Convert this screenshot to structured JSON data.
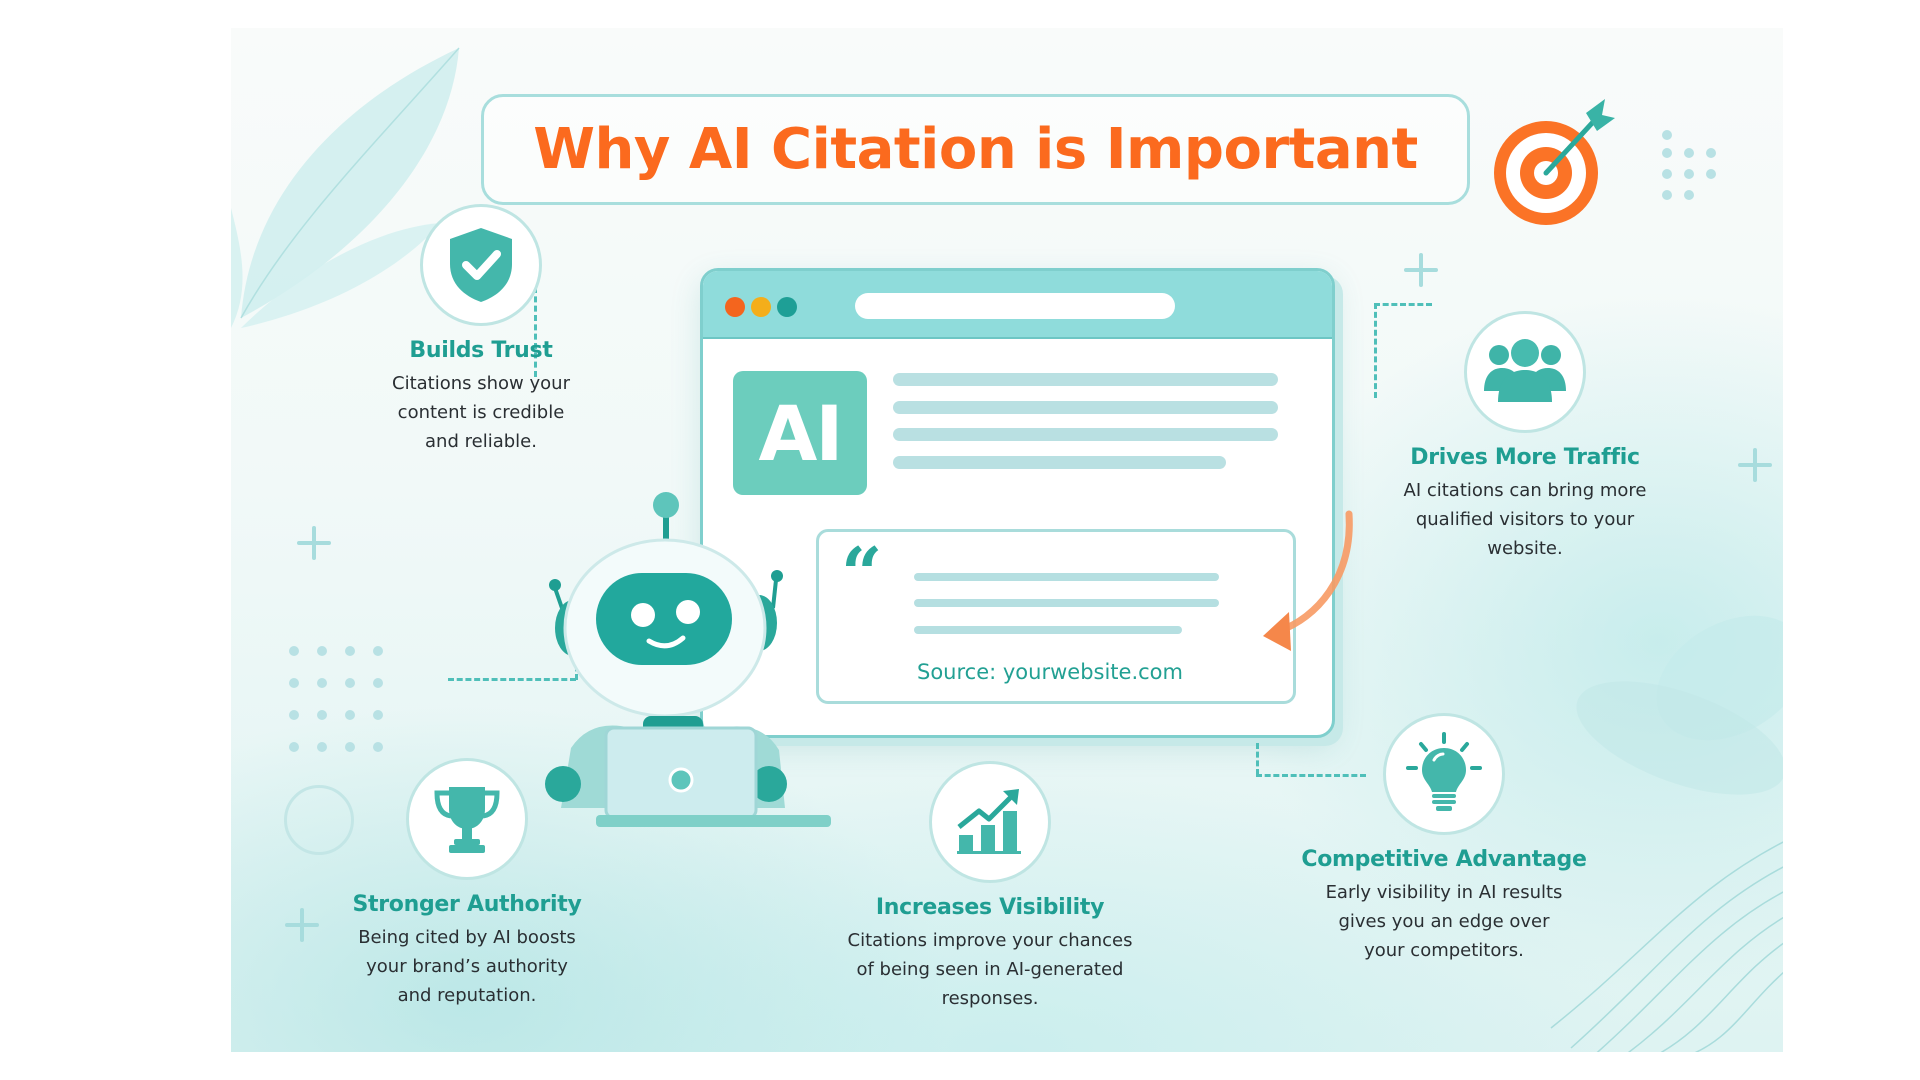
{
  "title": "Why AI Citation is Important",
  "header_icon": "target-with-arrow-icon",
  "browser_mockup": {
    "window_dots": [
      "#f4651e",
      "#f4ae1a",
      "#1e9f96"
    ],
    "ai_badge": "AI",
    "quote_mark": "“",
    "source_text": "Source: yourwebsite.com"
  },
  "features": [
    {
      "id": "builds-trust",
      "icon": "shield-check-icon",
      "title": "Builds Trust",
      "description": "Citations show your\ncontent is credible\nand reliable."
    },
    {
      "id": "drives-traffic",
      "icon": "users-group-icon",
      "title": "Drives More Traffic",
      "description": "AI citations can bring more\nqualified visitors to your\nwebsite."
    },
    {
      "id": "stronger-authority",
      "icon": "trophy-icon",
      "title": "Stronger Authority",
      "description": "Being cited by AI boosts\nyour brand’s authority\nand reputation."
    },
    {
      "id": "increases-visibility",
      "icon": "growth-chart-icon",
      "title": "Increases Visibility",
      "description": "Citations improve your chances\nof being seen in AI-generated\nresponses."
    },
    {
      "id": "competitive-advantage",
      "icon": "lightbulb-icon",
      "title": "Competitive Advantage",
      "description": "Early visibility in AI results\ngives you an edge over\nyour competitors."
    }
  ],
  "colors": {
    "title_orange": "#fb6a1e",
    "teal_primary": "#2aa89b",
    "teal_light": "#8fdcdb",
    "heading_teal": "#1f9e92",
    "body_text": "#2a2f33",
    "arrow_orange": "#f79a64"
  }
}
